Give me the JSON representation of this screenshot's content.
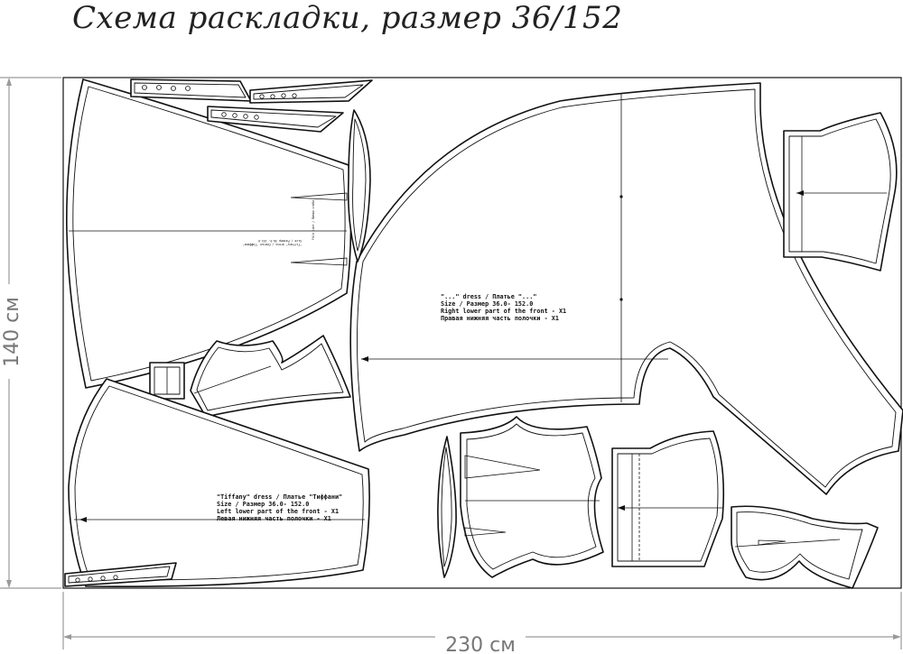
{
  "title": "Схема раскладки, размер 36/152",
  "dimensions": {
    "width_label": "230 см",
    "height_label": "140 см"
  },
  "pieces": {
    "right_front": {
      "lines": [
        "\"...\" dress / Платье \"...\"",
        "Size / Размер   36.0- 152.0",
        "Right lower part of the front - X1",
        "Правая нижняя часть полочки - X1"
      ]
    },
    "left_front": {
      "lines": [
        "\"Tiffany\" dress / Платье \"Тиффани\"",
        "Size / Размер   36.0- 152.0",
        "Left lower part of the front - X1",
        "Левая нижняя часть полочки - X1"
      ]
    },
    "back_skirt": {
      "lines": [
        "\"Tiffany\" dress / Платье \"Тиффани\"",
        "Size / Размер  36.0- 152.0",
        "Fold line / Линия сгиба"
      ]
    }
  },
  "colors": {
    "outline": "#111111",
    "dimension_lines": "#9a9a9a",
    "title_text": "#222222"
  }
}
